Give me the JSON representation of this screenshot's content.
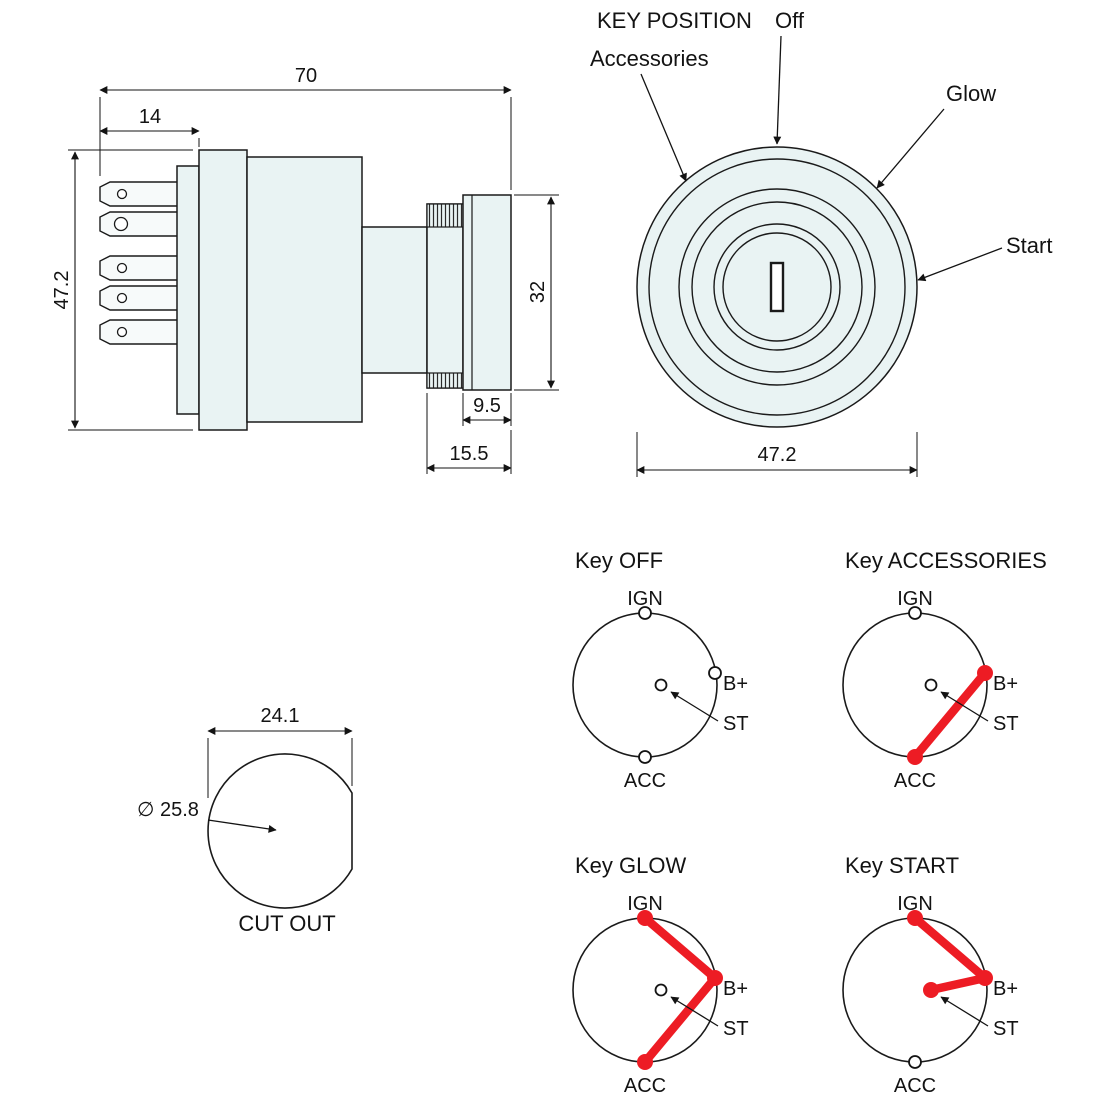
{
  "colors": {
    "accent": "#ed1c24",
    "face": "#e9f3f3",
    "line": "#131313"
  },
  "side_view": {
    "dim_overall_length": "70",
    "dim_terminal_length": "14",
    "dim_body_diameter": "47.2",
    "dim_bezel_diameter": "32",
    "dim_bezel_depth": "9.5",
    "dim_front_depth": "15.5"
  },
  "front_view": {
    "title": "KEY POSITION",
    "positions": {
      "accessories": "Accessories",
      "off": "Off",
      "glow": "Glow",
      "start": "Start"
    },
    "dim_face_diameter": "47.2"
  },
  "cutout_view": {
    "dim_flat_width": "24.1",
    "dim_hole_diameter": "∅ 25.8",
    "label": "CUT OUT"
  },
  "circuits": {
    "terminals": {
      "ign": "IGN",
      "acc": "ACC",
      "bplus": "B+",
      "st": "ST"
    },
    "diagrams": [
      {
        "title": "Key OFF",
        "active_connections": []
      },
      {
        "title": "Key ACCESSORIES",
        "active_connections": [
          "B+→ACC"
        ]
      },
      {
        "title": "Key GLOW",
        "active_connections": [
          "IGN→B+",
          "B+→ACC"
        ]
      },
      {
        "title": "Key START",
        "active_connections": [
          "IGN→B+",
          "B+→ST"
        ]
      }
    ]
  }
}
